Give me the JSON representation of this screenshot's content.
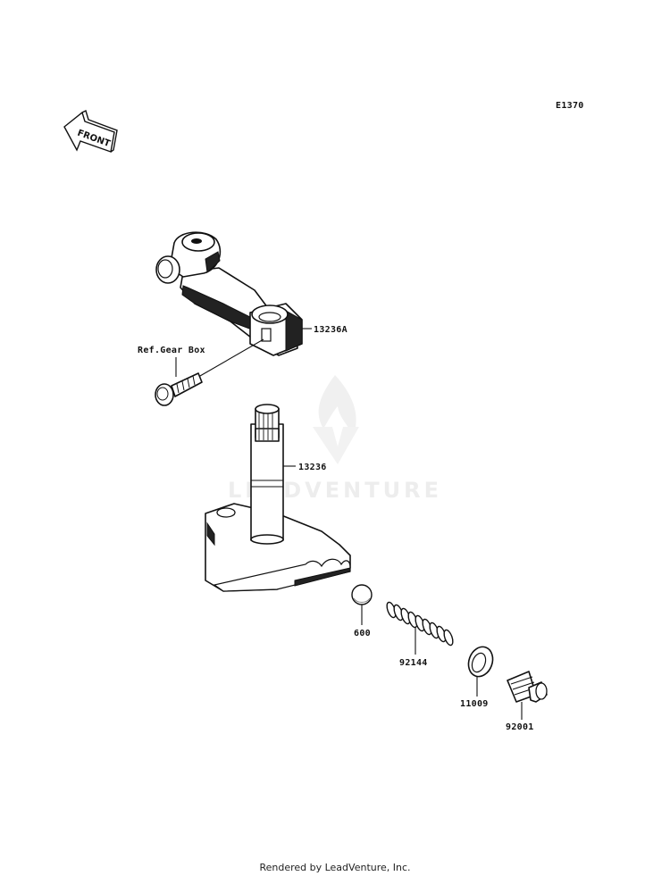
{
  "diagram_code": "E1370",
  "front_label": "FRONT",
  "reference_label": "Ref.Gear Box",
  "parts": [
    {
      "number": "13236A"
    },
    {
      "number": "13236"
    },
    {
      "number": "600"
    },
    {
      "number": "92144"
    },
    {
      "number": "11009"
    },
    {
      "number": "92001"
    }
  ],
  "watermark": "LEADVENTURE",
  "footer": "Rendered by LeadVenture, Inc."
}
